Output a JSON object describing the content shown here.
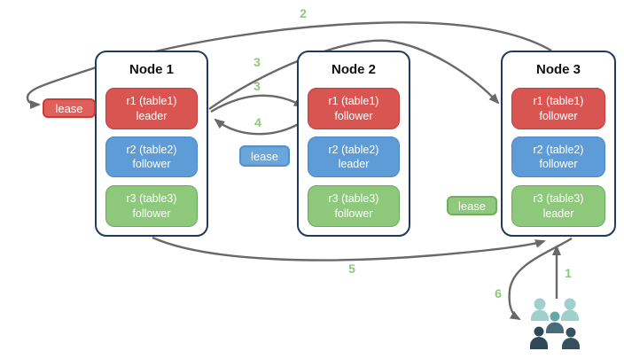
{
  "diagram": {
    "nodes": [
      {
        "title": "Node 1",
        "replicas": [
          {
            "name": "r1 (table1)",
            "role": "leader"
          },
          {
            "name": "r2 (table2)",
            "role": "follower"
          },
          {
            "name": "r3 (table3)",
            "role": "follower"
          }
        ]
      },
      {
        "title": "Node 2",
        "replicas": [
          {
            "name": "r1 (table1)",
            "role": "follower"
          },
          {
            "name": "r2 (table2)",
            "role": "leader"
          },
          {
            "name": "r3 (table3)",
            "role": "follower"
          }
        ]
      },
      {
        "title": "Node 3",
        "replicas": [
          {
            "name": "r1 (table1)",
            "role": "follower"
          },
          {
            "name": "r2 (table2)",
            "role": "follower"
          },
          {
            "name": "r3 (table3)",
            "role": "leader"
          }
        ]
      }
    ],
    "leases": [
      {
        "label": "lease",
        "color": "#df5f5c"
      },
      {
        "label": "lease",
        "color": "#6aa5dc"
      },
      {
        "label": "lease",
        "color": "#90c97e"
      }
    ],
    "steps": [
      "1",
      "2",
      "3",
      "3",
      "4",
      "5",
      "6"
    ],
    "colors": {
      "replica_red": "#d95552",
      "replica_blue": "#5e9cd8",
      "replica_green": "#8dc87b",
      "node_border": "#1e3a5e",
      "arrow": "#696969",
      "step_label": "#8bc878",
      "users_light_teal": "#9fd0ce",
      "users_medium_teal": "#63a8a5",
      "users_slate": "#4a6b79",
      "users_dark_slate": "#2e4956"
    }
  }
}
